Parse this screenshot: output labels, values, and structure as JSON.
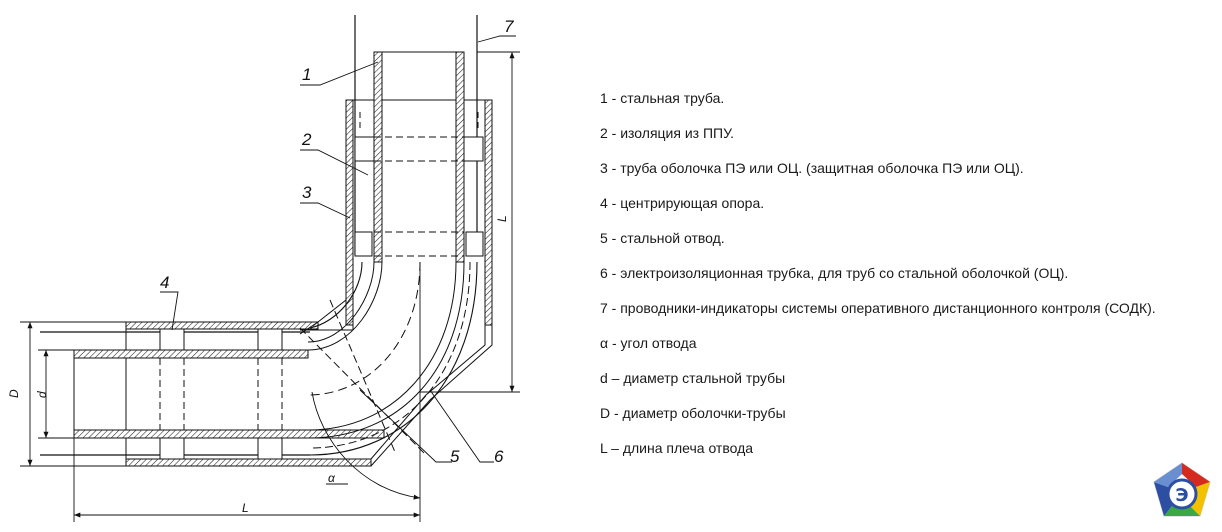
{
  "legend": [
    "1 - стальная труба.",
    "2 - изоляция из ППУ.",
    "3 - труба оболочка ПЭ или ОЦ. (защитная оболочка ПЭ или ОЦ).",
    "4 - центрирующая опора.",
    "5 - стальной отвод.",
    "6 - электроизоляционная трубка, для труб со стальной оболочкой (ОЦ).",
    "7 - проводники-индикаторы системы оперативного дистанционного контроля (СОДК).",
    "α - угол отвода",
    "d – диаметр стальной трубы",
    "D - диаметр оболочки-трубы",
    "L – длина плеча отвода"
  ],
  "callouts": {
    "c1": "1",
    "c2": "2",
    "c3": "3",
    "c4": "4",
    "c5": "5",
    "c6": "6",
    "c7": "7"
  },
  "dimensions": {
    "D": "D",
    "d": "d",
    "L_horizontal": "L",
    "L_vertical": "L",
    "alpha": "α"
  },
  "logo": {
    "letter": "Э",
    "colors": [
      "#d52b1e",
      "#f2c200",
      "#3aa845",
      "#2c4ea3"
    ]
  }
}
